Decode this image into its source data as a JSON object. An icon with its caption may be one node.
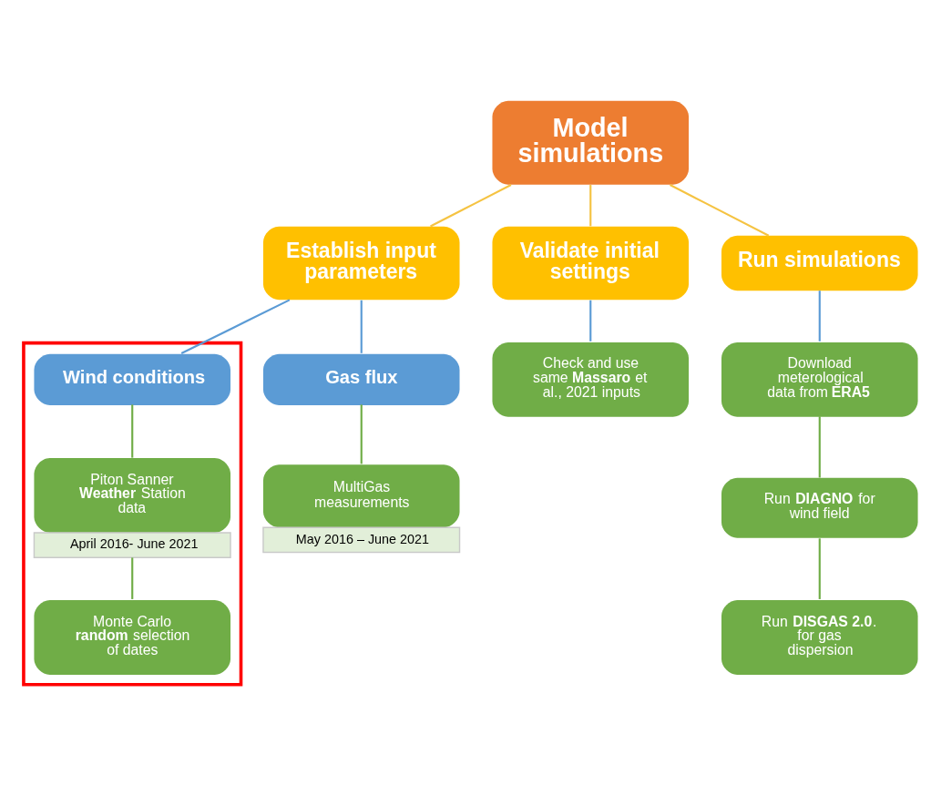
{
  "diagram": {
    "nodes": [
      {
        "text": [
          "Model simulations"
        ]
      },
      {
        "text": [
          "Establish input parameters"
        ]
      },
      {
        "text": [
          "Validate initial settings"
        ]
      },
      {
        "text": [
          "Run simulations"
        ]
      },
      {
        "text": [],
        "shape": "box"
      },
      {
        "text": [
          "Wind conditions"
        ],
        "in": 4
      },
      {
        "text": [
          "Gas flux"
        ]
      },
      {
        "text": [
          "Check and use same **Massaro** et al., 2021 inputs"
        ]
      },
      {
        "text": [
          "Download meterological data from **ERA5**"
        ]
      },
      {
        "text": [
          "Piton Sanner **Weather** Station data"
        ],
        "beside": [
          "April 2016- June 2021"
        ],
        "in": 4
      },
      {
        "text": [
          "MultiGas measurements"
        ],
        "beside": [
          "May 2016 – June 2021"
        ]
      },
      {
        "text": [
          "Run **DIAGNO** for wind field"
        ]
      },
      {
        "text": [
          "Monte Carlo **random** selection of dates"
        ],
        "in": 4
      },
      {
        "text": [
          "Run **DISGAS 2.0**. for gas dispersion"
        ]
      }
    ],
    "edges": [
      {
        "from": 0,
        "to": 1,
        "arrow": "none",
        "color": "#f5c342"
      },
      {
        "from": 0,
        "to": 2,
        "arrow": "none",
        "color": "#f5c342"
      },
      {
        "from": 0,
        "to": 3,
        "arrow": "none",
        "color": "#f5c342"
      },
      {
        "from": 1,
        "to": 5,
        "arrow": "none",
        "color": "#5b9bd5"
      },
      {
        "from": 1,
        "to": 6,
        "arrow": "none",
        "color": "#5b9bd5"
      },
      {
        "from": 2,
        "to": 7,
        "arrow": "none",
        "color": "#5b9bd5"
      },
      {
        "from": 3,
        "to": 8,
        "arrow": "none",
        "color": "#5b9bd5"
      },
      {
        "from": 5,
        "to": 9,
        "arrow": "none"
      },
      {
        "from": 9,
        "to": 12,
        "arrow": "none"
      },
      {
        "from": 6,
        "to": 10,
        "arrow": "none"
      },
      {
        "from": 8,
        "to": 11,
        "arrow": "none"
      },
      {
        "from": 11,
        "to": 13,
        "arrow": "none"
      }
    ]
  }
}
